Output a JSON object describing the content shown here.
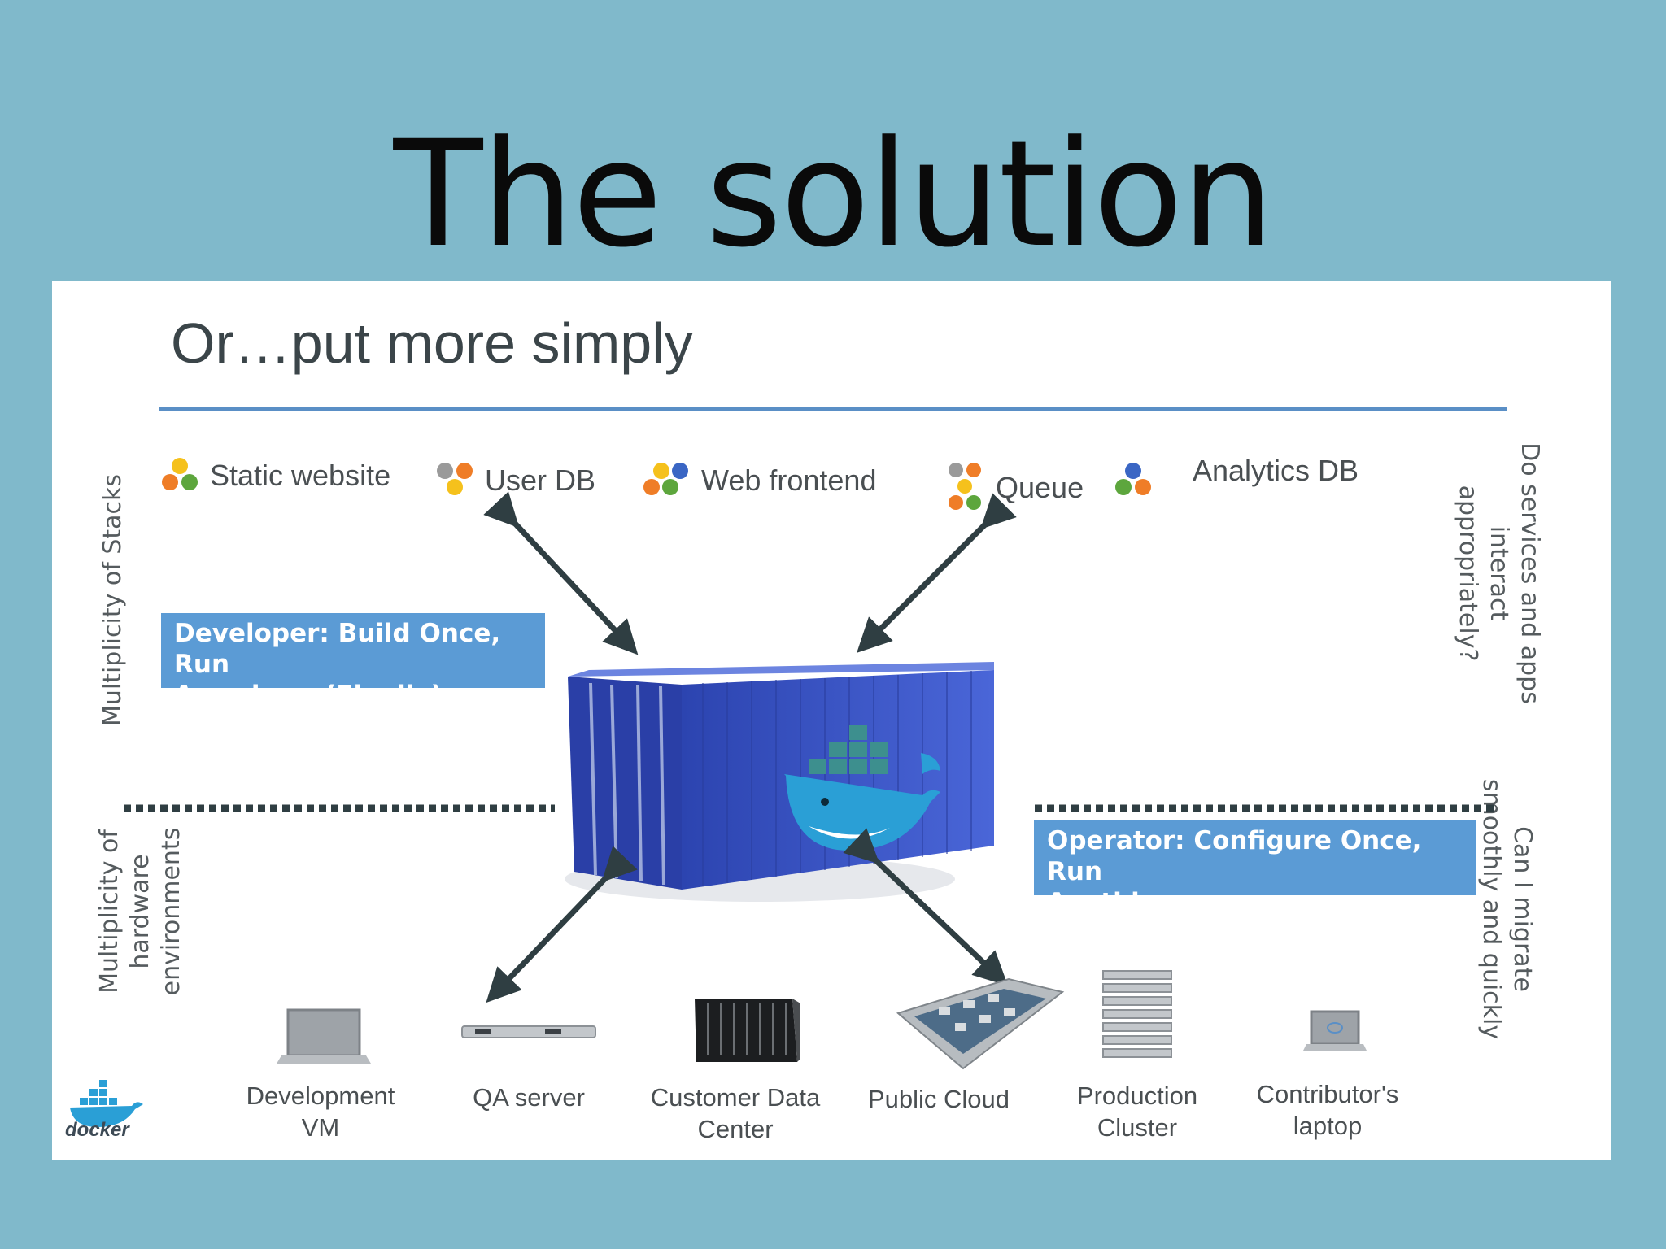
{
  "slide": {
    "title": "The solution"
  },
  "panel": {
    "heading": "Or…put more simply",
    "stacks": [
      {
        "label": "Static website",
        "icon": "stack-hexagons-icon"
      },
      {
        "label": "User DB",
        "icon": "stack-hexagons-icon"
      },
      {
        "label": "Web frontend",
        "icon": "stack-hexagons-icon"
      },
      {
        "label": "Queue",
        "icon": "stack-hexagons-icon"
      },
      {
        "label": "Analytics DB",
        "icon": "stack-hexagons-icon"
      }
    ],
    "left_top_label": "Multiplicity of Stacks",
    "left_bottom_label": [
      "Multiplicity of",
      "hardware",
      "environments"
    ],
    "right_top_label": [
      "Do services and apps",
      "interact",
      "appropriately?"
    ],
    "right_bottom_label": [
      "Can I migrate",
      "smoothly and quickly"
    ],
    "developer_callout": [
      "Developer: Build Once, Run",
      "Anywhere (Finally)"
    ],
    "operator_callout": [
      "Operator: Configure Once, Run",
      "Anything"
    ],
    "hardware": [
      {
        "label": [
          "Development",
          "VM"
        ],
        "icon": "laptop-icon"
      },
      {
        "label": [
          "QA server"
        ],
        "icon": "rack-server-icon"
      },
      {
        "label": [
          "Customer Data",
          "Center"
        ],
        "icon": "blade-chassis-icon"
      },
      {
        "label": [
          "Public Cloud"
        ],
        "icon": "server-board-icon"
      },
      {
        "label": [
          "Production",
          "Cluster"
        ],
        "icon": "server-stack-icon"
      },
      {
        "label": [
          "Contributor's",
          "laptop"
        ],
        "icon": "laptop-icon"
      }
    ],
    "center_image": "docker-shipping-container-icon",
    "logo_text": "docker"
  },
  "colors": {
    "background": "#80b9cb",
    "rule": "#5a8fc6",
    "callout": "#5b9bd5",
    "container": "#3a55c9",
    "arrow": "#2f3e42"
  }
}
